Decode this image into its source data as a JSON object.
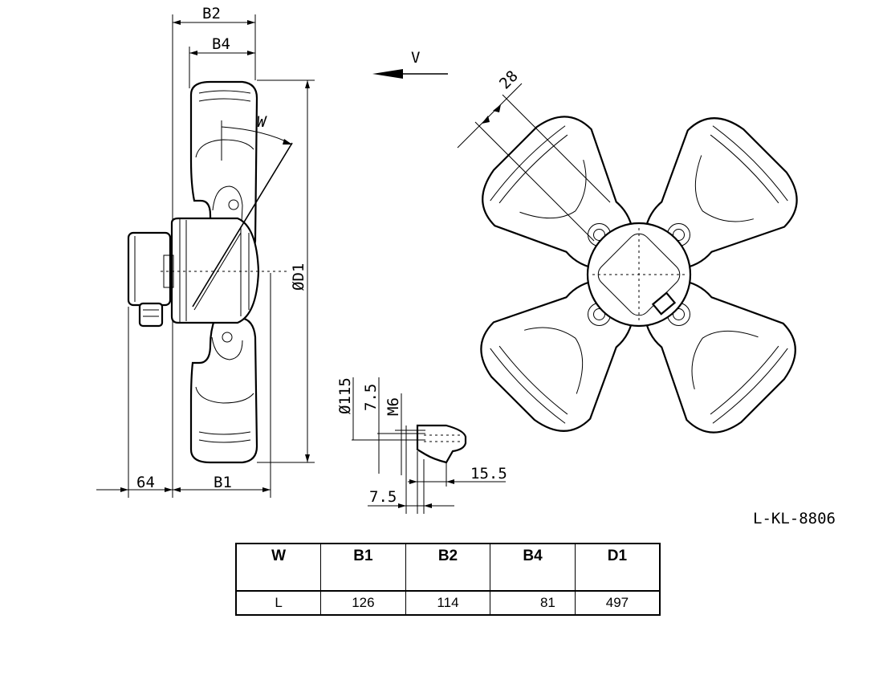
{
  "drawing": {
    "side_view_labels": {
      "b2": "B2",
      "b4": "B4",
      "w": "W",
      "d1": "ØD1",
      "dim_64": "64",
      "b1": "B1"
    },
    "direction_label": "V",
    "front_view_labels": {
      "dim_28": "28"
    },
    "detail_labels": {
      "d115": "Ø115",
      "dim_7_5_top": "7.5",
      "m6": "M6",
      "dim_15_5": "15.5",
      "dim_7_5_bottom": "7.5"
    },
    "drawing_number": "L-KL-8806"
  },
  "table": {
    "headers": [
      "W",
      "B1",
      "B2",
      "B4",
      "D1"
    ],
    "rows": [
      [
        "L",
        "126",
        "114",
        "81",
        "497"
      ]
    ]
  }
}
